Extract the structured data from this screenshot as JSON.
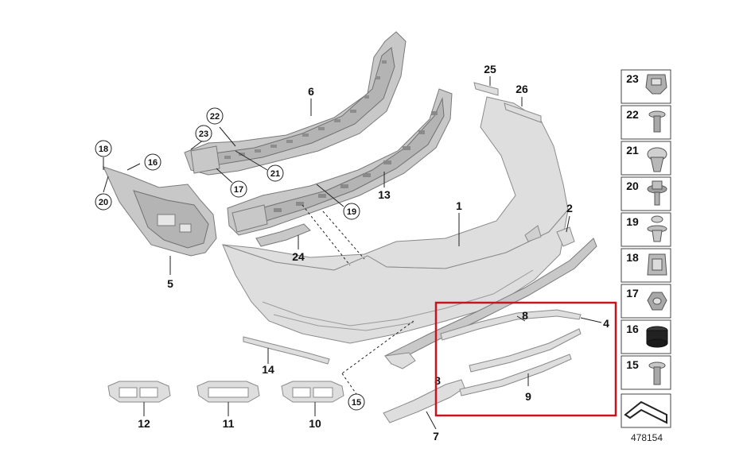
{
  "diagram": {
    "labels": {
      "p1": "1",
      "p2": "2",
      "p4": "4",
      "p5": "5",
      "p6": "6",
      "p7": "7",
      "p8": "8",
      "p8b": "8",
      "p9": "9",
      "p10": "10",
      "p11": "11",
      "p12": "12",
      "p13": "13",
      "p14": "14",
      "p24": "24",
      "p25": "25",
      "p26": "26"
    },
    "circled": {
      "c15": "15",
      "c16": "16",
      "c17": "17",
      "c18": "18",
      "c19": "19",
      "c20": "20",
      "c21": "21",
      "c22": "22",
      "c23": "23"
    },
    "side_panel": [
      "23",
      "22",
      "21",
      "20",
      "19",
      "18",
      "17",
      "16",
      "15"
    ],
    "reference_number": "478154",
    "highlight_color": "#c8141e"
  }
}
